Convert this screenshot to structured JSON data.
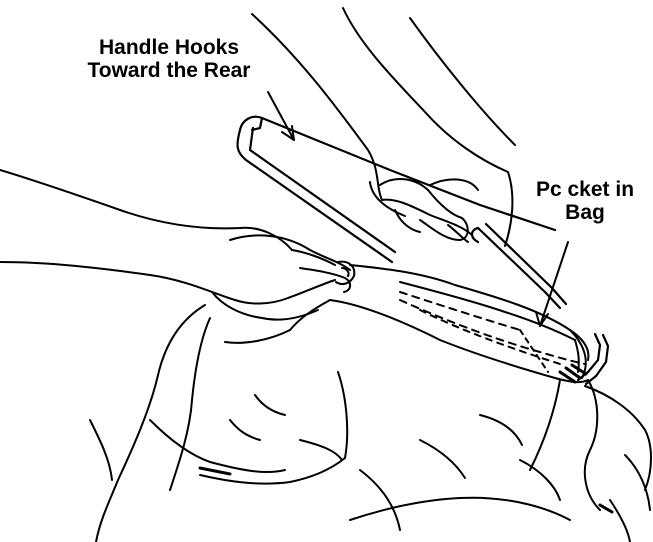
{
  "labels": {
    "handle": {
      "line1": "Handle Hooks",
      "line2": "Toward the Rear"
    },
    "pocket": {
      "line1": "Pc cket in",
      "line2": "Bag"
    }
  },
  "colors": {
    "ink": "#000000",
    "paper": "#ffffff"
  }
}
